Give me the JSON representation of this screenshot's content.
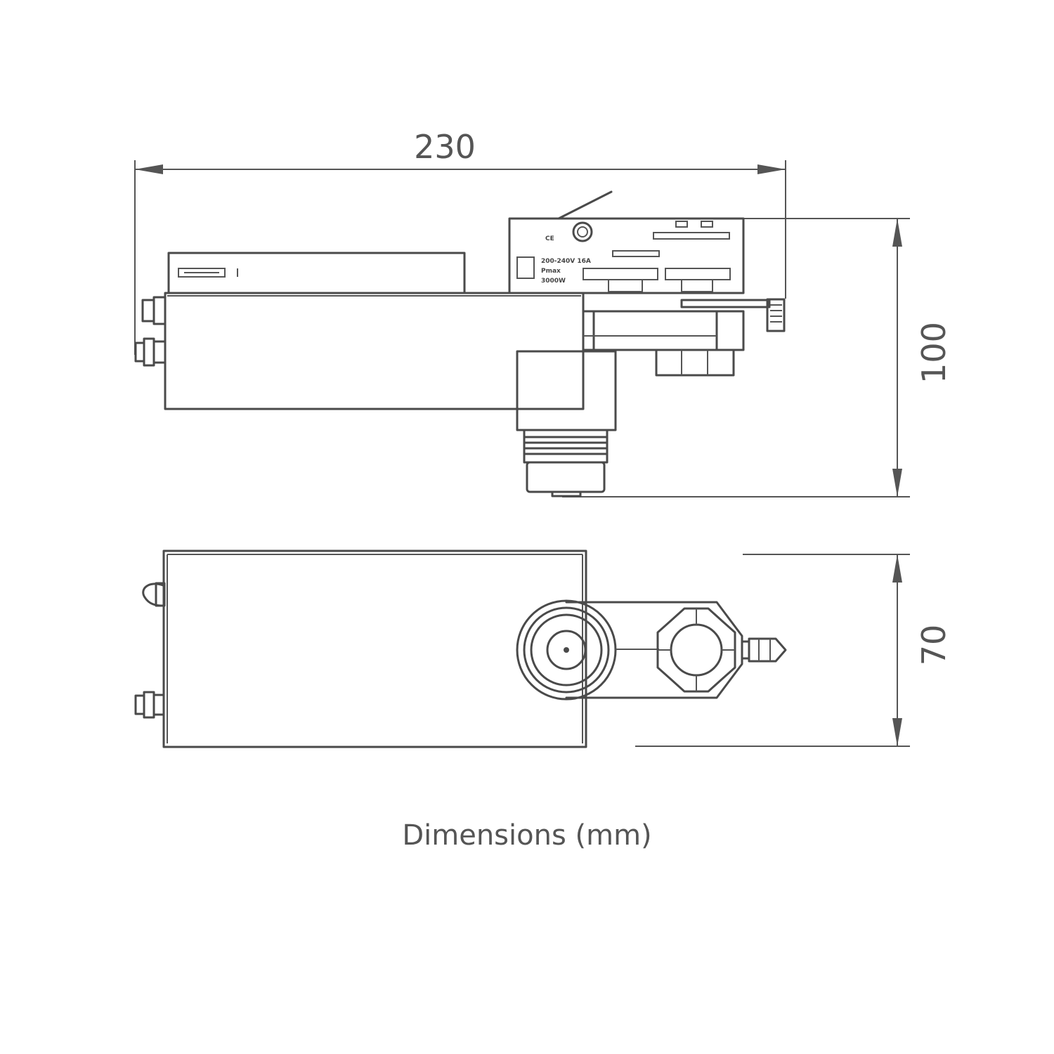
{
  "dimensions": {
    "length": "230",
    "height": "100",
    "width": "70"
  },
  "label_plate": {
    "mark": "CE",
    "voltage": "200-240V  16A",
    "line2": "Pmax",
    "line3": "3000W"
  },
  "caption": "Dimensions (mm)",
  "colors": {
    "line": "#4a4a4a",
    "text": "#555555",
    "background": "#ffffff"
  }
}
